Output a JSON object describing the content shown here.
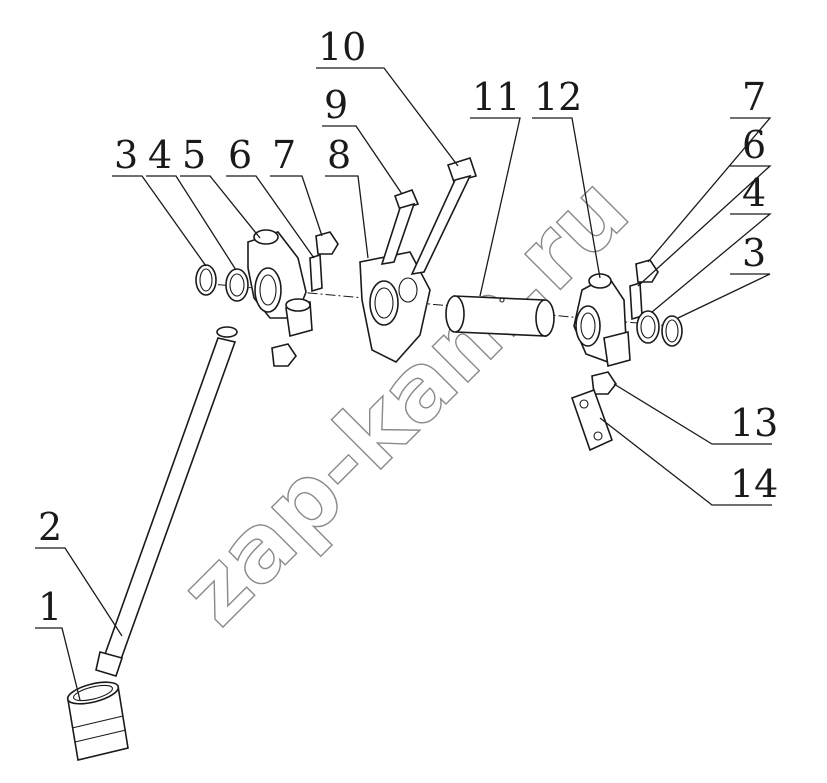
{
  "watermark": "zap-kam.ru",
  "callouts": {
    "c1": "1",
    "c2": "2",
    "c3_left": "3",
    "c4_left": "4",
    "c5": "5",
    "c6_left": "6",
    "c7_left": "7",
    "c8": "8",
    "c9": "9",
    "c10": "10",
    "c11": "11",
    "c12": "12",
    "c7_right": "7",
    "c6_right": "6",
    "c4_right": "4",
    "c3_right": "3",
    "c13": "13",
    "c14": "14"
  }
}
